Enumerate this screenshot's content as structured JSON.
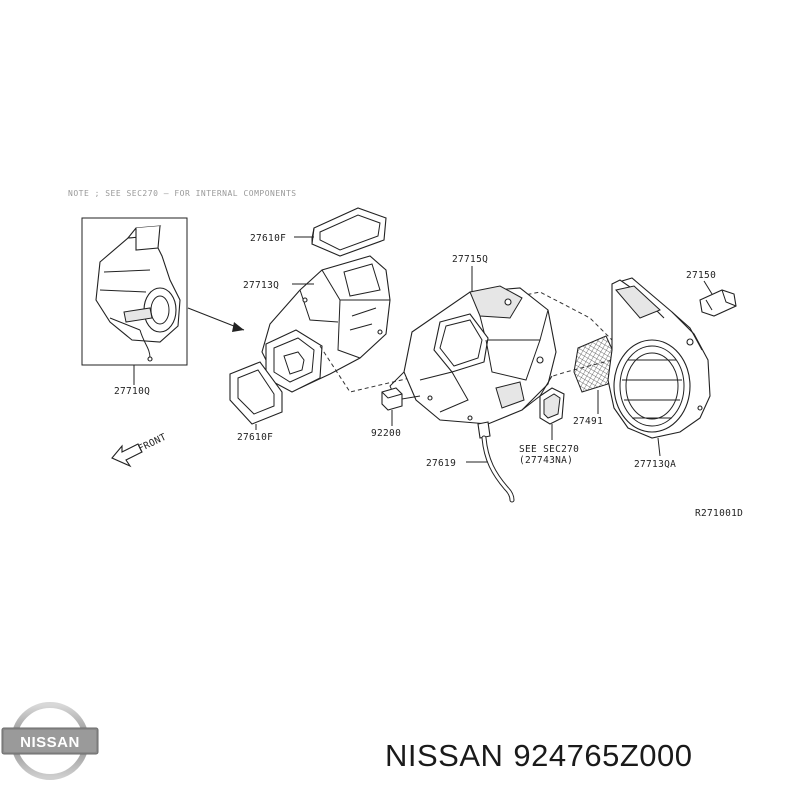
{
  "header_note": "NOTE ; SEE SEC270 — FOR INTERNAL COMPONENTS",
  "labels": {
    "p27610f_top": "27610F",
    "p27713q": "27713Q",
    "p27710q": "27710Q",
    "p27610f_bottom": "27610F",
    "p27715q": "27715Q",
    "p92200": "92200",
    "p27619": "27619",
    "see_sec_line1": "SEE SEC270",
    "see_sec_line2": "(27743NA)",
    "p27491": "27491",
    "p27150": "27150",
    "p27713qa": "27713QA",
    "front": "FRONT",
    "ref_code": "R271001D"
  },
  "footer": {
    "brand": "NISSAN",
    "part_number": "924765Z000"
  },
  "logo": {
    "text": "NISSAN",
    "color": "#7a7a7a"
  }
}
